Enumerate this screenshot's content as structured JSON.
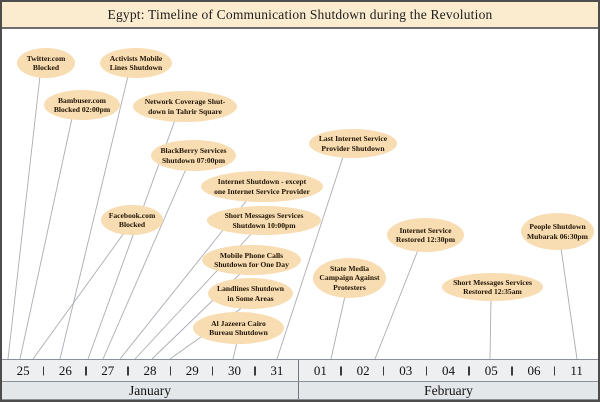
{
  "title": "Egypt: Timeline of Communication Shutdown during the Revolution",
  "colors": {
    "bubble_fill": "#f8dcb2",
    "title_bg": "#fbeccf",
    "axis_band": "#edeff1",
    "month_band": "#e4e7ea",
    "leader_line": "#a9adb3"
  },
  "events": [
    {
      "label": "Twitter.com\nBlocked",
      "date": "Jan 25"
    },
    {
      "label": "Activists Mobile\nLines Shutdown",
      "date": "Jan 26"
    },
    {
      "label": "Bambuser.com\nBlocked 02:00pm",
      "date": "Jan 25"
    },
    {
      "label": "Network Coverage Shut-\ndown in Tahrir Square",
      "date": "Jan 26"
    },
    {
      "label": "BlackBerry Services\nShutdown 07:00pm",
      "date": "Jan 27"
    },
    {
      "label": "Internet Shutdown - except\none Internet Service Provider",
      "date": "Jan 27"
    },
    {
      "label": "Facebook.com\nBlocked",
      "date": "Jan 25"
    },
    {
      "label": "Short Messages Services\nShutdown 10:00pm",
      "date": "Jan 28"
    },
    {
      "label": "Mobile Phone Calls\nShutdown for One Day",
      "date": "Jan 28"
    },
    {
      "label": "Landlines Shutdown\nin Some Areas",
      "date": "Jan 28"
    },
    {
      "label": "Al Jazeera Cairo\nBureau Shutdown",
      "date": "Jan 30"
    },
    {
      "label": "Last Internet Service\nProvider Shutdown",
      "date": "Jan 31"
    },
    {
      "label": "State Media\nCampaign Against\nProtesters",
      "date": "Feb 01"
    },
    {
      "label": "Internet Service\nRestored 12:30pm",
      "date": "Feb 02"
    },
    {
      "label": "Short Messages Services\nRestored 12:35am",
      "date": "Feb 05"
    },
    {
      "label": "People Shutdown\nMubarak 06:30pm",
      "date": "Feb 11"
    }
  ],
  "timeline": {
    "january": {
      "label": "January",
      "dates": [
        "25",
        "26",
        "27",
        "28",
        "29",
        "30",
        "31"
      ]
    },
    "february": {
      "label": "February",
      "dates": [
        "01",
        "02",
        "03",
        "04",
        "05",
        "06",
        "11"
      ]
    }
  }
}
